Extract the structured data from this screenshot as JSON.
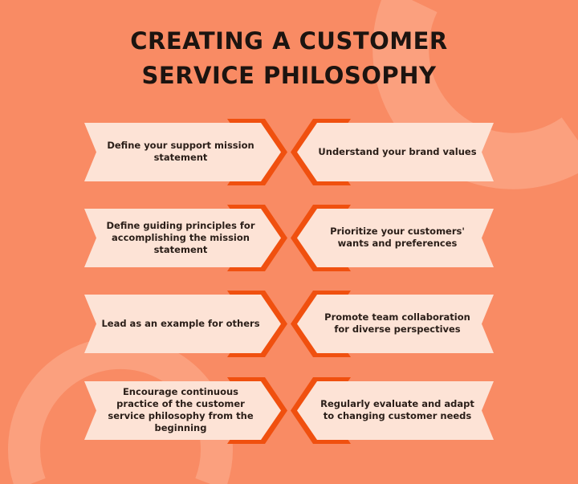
{
  "title": {
    "line1": "CREATING A CUSTOMER",
    "line2": "SERVICE PHILOSOPHY"
  },
  "colors": {
    "background": "#f98b64",
    "banner": "#fde3d6",
    "chevron": "#f0500f",
    "accent_circle": "#fba07e"
  },
  "left_items": [
    "Define your support mission statement",
    "Define guiding principles for accomplishing the mission statement",
    "Lead as an example for others",
    "Encourage continuous practice of the customer service philosophy from the beginning"
  ],
  "right_items": [
    "Understand your brand values",
    "Prioritize your customers' wants and preferences",
    "Promote team collaboration for diverse perspectives",
    "Regularly evaluate and adapt to changing customer needs"
  ]
}
